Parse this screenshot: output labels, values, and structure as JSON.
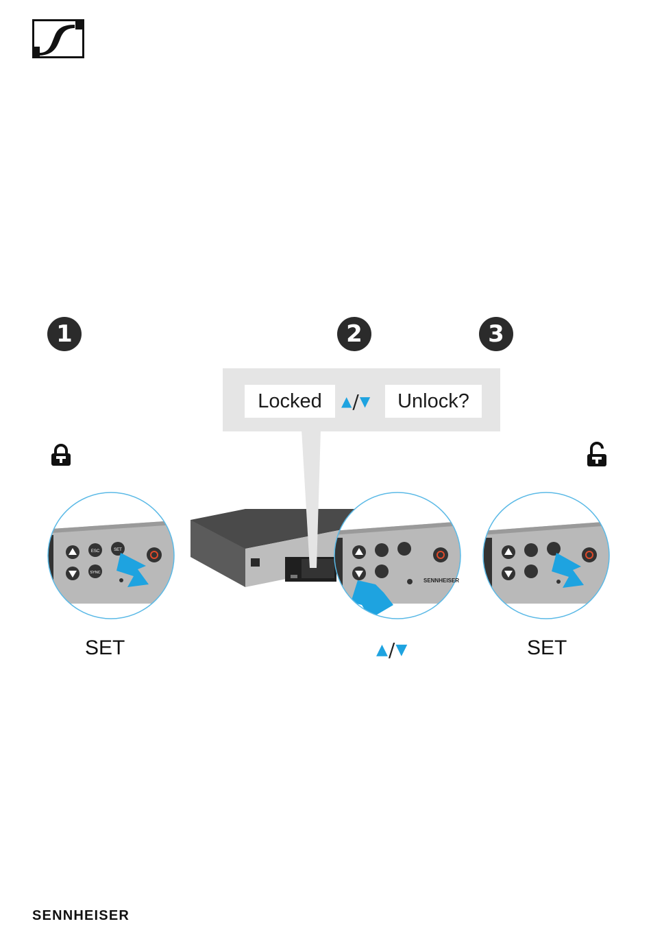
{
  "brand": {
    "logo": "sennheiser-logo-mark",
    "wordmark": "SENNHEISER"
  },
  "steps": [
    {
      "number": "1",
      "caption": "SET"
    },
    {
      "number": "2",
      "caption_icon": "up-down-arrows"
    },
    {
      "number": "3",
      "caption": "SET"
    }
  ],
  "display": {
    "locked": "Locked",
    "unlock": "Unlock?"
  },
  "icons": {
    "before": "lock-closed-icon",
    "after": "lock-open-icon"
  },
  "device": {
    "buttons": {
      "esc": "ESC",
      "set": "SET",
      "sync": "SYNC"
    },
    "brand_label": "SENNHEISER"
  },
  "colors": {
    "accent": "#1ea3e0",
    "device_panel": "#b9b9b9",
    "callout": "#e5e5e5"
  }
}
